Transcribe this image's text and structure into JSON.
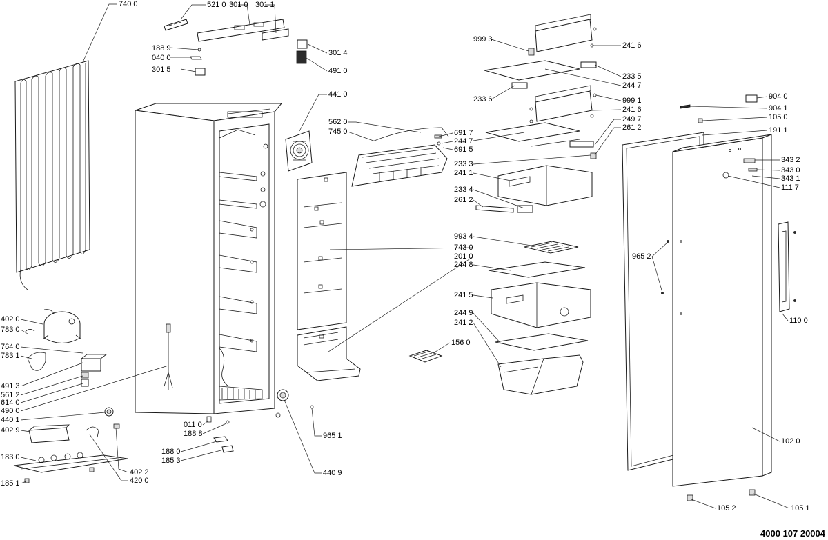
{
  "document_number": "4000 107 20004",
  "callouts": [
    {
      "id": "c7400",
      "text": "740 0"
    },
    {
      "id": "c5210",
      "text": "521 0"
    },
    {
      "id": "c3010",
      "text": "301 0"
    },
    {
      "id": "c3011",
      "text": "301 1"
    },
    {
      "id": "c1889",
      "text": "188 9"
    },
    {
      "id": "c0400",
      "text": "040 0"
    },
    {
      "id": "c3015",
      "text": "301 5"
    },
    {
      "id": "c3014",
      "text": "301 4"
    },
    {
      "id": "c4910",
      "text": "491 0"
    },
    {
      "id": "c4410",
      "text": "441 0"
    },
    {
      "id": "c5620",
      "text": "562 0"
    },
    {
      "id": "c7450",
      "text": "745 0"
    },
    {
      "id": "c6917",
      "text": "691 7"
    },
    {
      "id": "c2447a",
      "text": "244 7"
    },
    {
      "id": "c6915",
      "text": "691 5"
    },
    {
      "id": "c9993",
      "text": "999 3"
    },
    {
      "id": "c2416a",
      "text": "241 6"
    },
    {
      "id": "c2335",
      "text": "233 5"
    },
    {
      "id": "c2447b",
      "text": "244 7"
    },
    {
      "id": "c2336",
      "text": "233 6"
    },
    {
      "id": "c9991",
      "text": "999 1"
    },
    {
      "id": "c2416b",
      "text": "241 6"
    },
    {
      "id": "c2497",
      "text": "249 7"
    },
    {
      "id": "c2612a",
      "text": "261 2"
    },
    {
      "id": "c2333",
      "text": "233 3"
    },
    {
      "id": "c2411",
      "text": "241 1"
    },
    {
      "id": "c2334",
      "text": "233 4"
    },
    {
      "id": "c2612b",
      "text": "261 2"
    },
    {
      "id": "c9934",
      "text": "993 4"
    },
    {
      "id": "c7430",
      "text": "743 0"
    },
    {
      "id": "c2010",
      "text": "201 0"
    },
    {
      "id": "c2448",
      "text": "244 8"
    },
    {
      "id": "c2415",
      "text": "241 5"
    },
    {
      "id": "c2449",
      "text": "244 9"
    },
    {
      "id": "c2412",
      "text": "241 2"
    },
    {
      "id": "c1560",
      "text": "156 0"
    },
    {
      "id": "c9040",
      "text": "904 0"
    },
    {
      "id": "c9041",
      "text": "904 1"
    },
    {
      "id": "c1050",
      "text": "105 0"
    },
    {
      "id": "c1911",
      "text": "191 1"
    },
    {
      "id": "c3432",
      "text": "343 2"
    },
    {
      "id": "c3430",
      "text": "343 0"
    },
    {
      "id": "c3431",
      "text": "343 1"
    },
    {
      "id": "c1117",
      "text": "111 7"
    },
    {
      "id": "c9652",
      "text": "965 2"
    },
    {
      "id": "c1100",
      "text": "110 0"
    },
    {
      "id": "c1020",
      "text": "102 0"
    },
    {
      "id": "c1052",
      "text": "105 2"
    },
    {
      "id": "c1051",
      "text": "105 1"
    },
    {
      "id": "c4020",
      "text": "402 0"
    },
    {
      "id": "c7830",
      "text": "783 0"
    },
    {
      "id": "c7640",
      "text": "764 0"
    },
    {
      "id": "c7831",
      "text": "783 1"
    },
    {
      "id": "c4913",
      "text": "491 3"
    },
    {
      "id": "c5612",
      "text": "561 2"
    },
    {
      "id": "c6140",
      "text": "614 0"
    },
    {
      "id": "c4900",
      "text": "490 0"
    },
    {
      "id": "c4401",
      "text": "440 1"
    },
    {
      "id": "c4029",
      "text": "402 9"
    },
    {
      "id": "c1830",
      "text": "183 0"
    },
    {
      "id": "c1851",
      "text": "185 1"
    },
    {
      "id": "c4022",
      "text": "402 2"
    },
    {
      "id": "c4200",
      "text": "420 0"
    },
    {
      "id": "c0110",
      "text": "011 0"
    },
    {
      "id": "c1888",
      "text": "188 8"
    },
    {
      "id": "c1880",
      "text": "188 0"
    },
    {
      "id": "c1853",
      "text": "185 3"
    },
    {
      "id": "c9651",
      "text": "965 1"
    },
    {
      "id": "c4409",
      "text": "440 9"
    }
  ]
}
